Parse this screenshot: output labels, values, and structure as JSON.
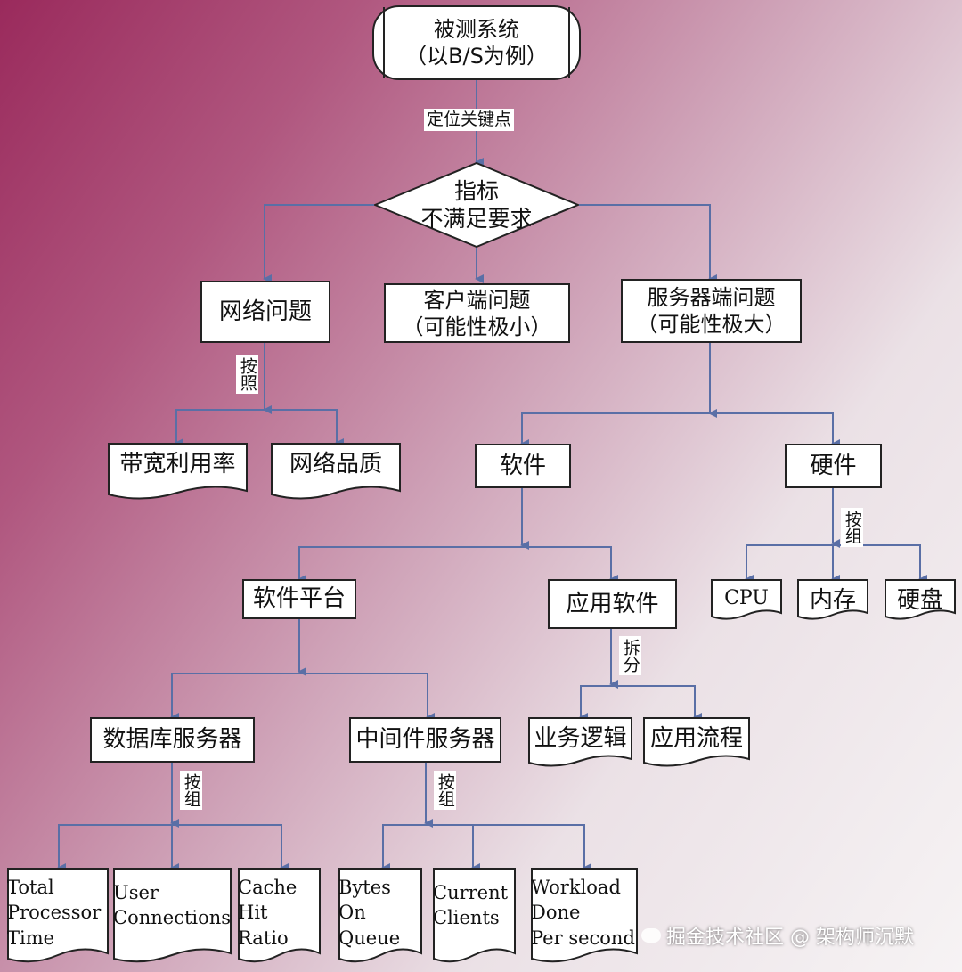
{
  "nodes": {
    "system": {
      "line1": "被测系统",
      "line2": "（以B/S为例）"
    },
    "decision": {
      "line1": "指标",
      "line2": "不满足要求"
    },
    "network_problem": "网络问题",
    "client_problem": {
      "line1": "客户端问题",
      "line2": "（可能性极小）"
    },
    "server_problem": {
      "line1": "服务器端问题",
      "line2": "（可能性极大）"
    },
    "bandwidth": "带宽利用率",
    "network_quality": "网络品质",
    "software": "软件",
    "hardware": "硬件",
    "cpu": "CPU",
    "memory": "内存",
    "disk": "硬盘",
    "software_platform": "软件平台",
    "application_software": "应用软件",
    "business_logic": "业务逻辑",
    "app_flow": "应用流程",
    "db_server": "数据库服务器",
    "middleware_server": "中间件服务器",
    "total_processor_time": {
      "line1": "Total",
      "line2": "Processor",
      "line3": "Time"
    },
    "user_connections": {
      "line1": "User",
      "line2": "Connections"
    },
    "cache_hit_ratio": {
      "line1": "Cache",
      "line2": "Hit",
      "line3": "Ratio"
    },
    "bytes_on_queue": {
      "line1": "Bytes",
      "line2": "On",
      "line3": "Queue"
    },
    "current_clients": {
      "line1": "Current",
      "line2": "Clients"
    },
    "workload_done": {
      "line1": "Workload",
      "line2": "Done",
      "line3": "Per second"
    }
  },
  "edge_labels": {
    "locate": "定位关键点",
    "network_split": "按照",
    "hardware_split": "按组",
    "app_split": "拆分",
    "db_split": "按组",
    "middleware_split": "按组"
  },
  "watermark": "掘金技术社区 @ 架构师沉默",
  "colors": {
    "connector": "#5a6fa6",
    "border": "#222222"
  }
}
